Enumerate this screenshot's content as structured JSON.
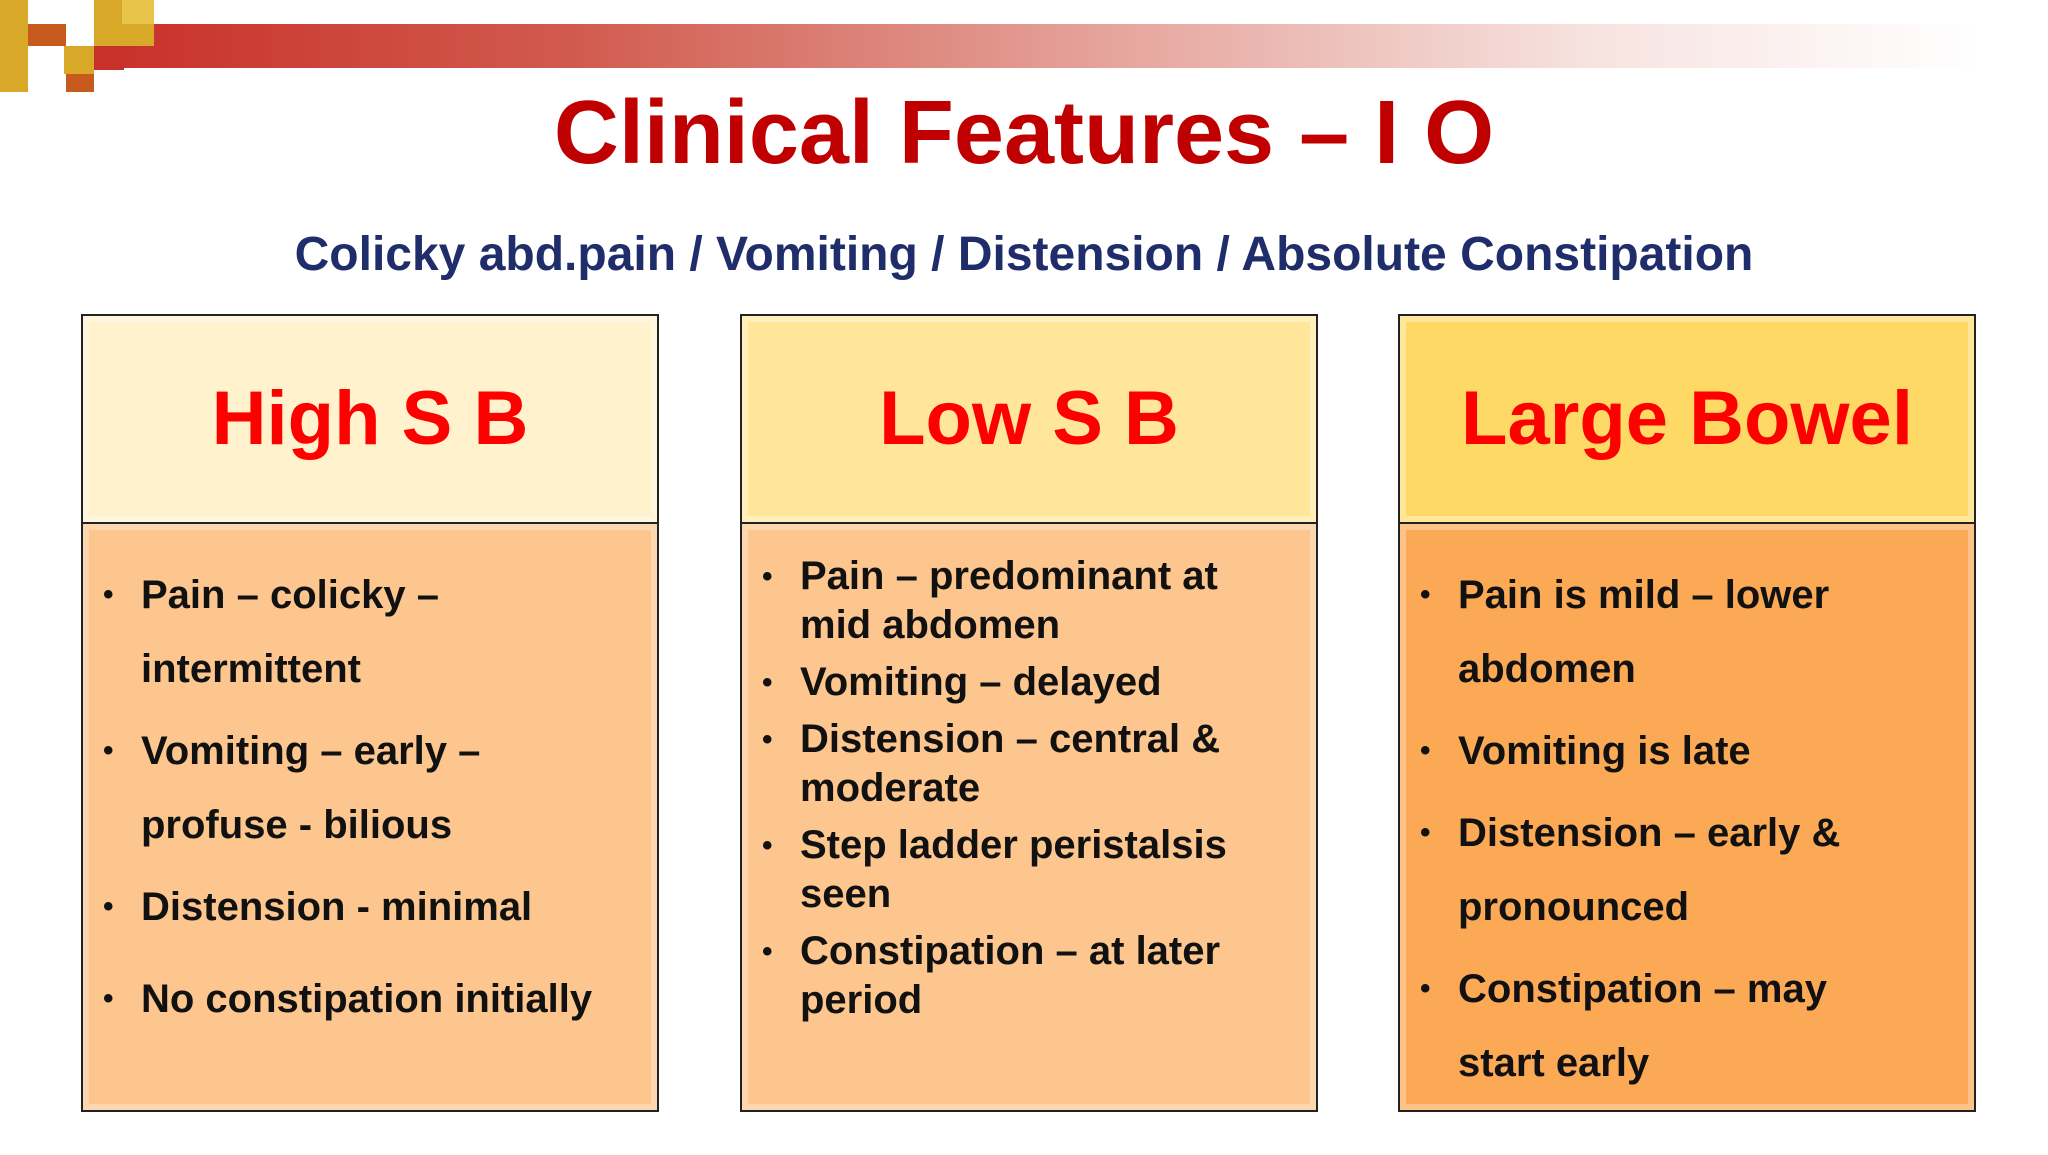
{
  "slide": {
    "title": "Clinical Features – I O",
    "subtitle": "Colicky abd.pain / Vomiting / Distension / Absolute Constipation"
  },
  "columns": [
    {
      "heading": "High S B",
      "items": [
        "Pain – colicky – intermittent",
        "Vomiting – early – profuse - bilious",
        "Distension - minimal",
        "No constipation initially"
      ]
    },
    {
      "heading": "Low S B",
      "items": [
        "Pain – predominant at mid abdomen",
        "Vomiting – delayed",
        "Distension – central & moderate",
        "Step ladder peristalsis seen",
        "Constipation –  at later period"
      ]
    },
    {
      "heading": "Large Bowel",
      "items": [
        "Pain is mild – lower abdomen",
        "Vomiting is late",
        "Distension – early & pronounced",
        "Constipation – may start early"
      ]
    }
  ],
  "colors": {
    "title": "#c00000",
    "subtitle": "#1f2d6b",
    "column_heading": "#ff0000",
    "col1_head_bg": "#fff2cc",
    "col2_head_bg": "#ffe699",
    "col3_head_bg": "#ffd966",
    "col1_body_bg": "#fcc68e",
    "col2_body_bg": "#fcc68e",
    "col3_body_bg": "#fca955"
  }
}
